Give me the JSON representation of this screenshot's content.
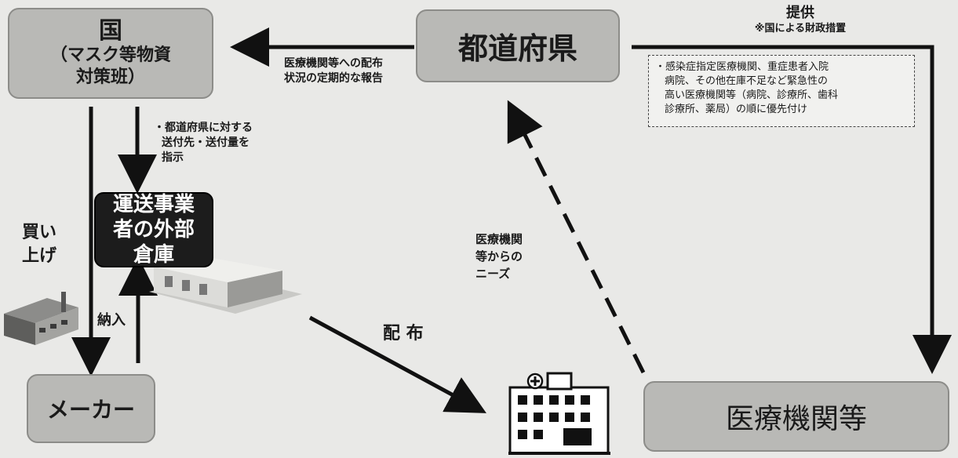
{
  "boxes": {
    "kuni": {
      "title": "国",
      "line2": "（マスク等物資",
      "line3": "対策班）"
    },
    "todofuken": {
      "title": "都道府県"
    },
    "warehouse": {
      "line1": "運送事業",
      "line2": "者の外部",
      "line3": "倉庫"
    },
    "maker": {
      "title": "メーカー"
    },
    "iryo": {
      "title": "医療機関等"
    }
  },
  "labels": {
    "report": {
      "line1": "医療機関等への配布",
      "line2": "状況の定期的な報告"
    },
    "instruct": {
      "line1": "・都道府県に対する",
      "line2": "送付先・送付量を",
      "line3": "指示"
    },
    "buy": {
      "line1": "買い",
      "line2": "上げ"
    },
    "deliver": "納入",
    "distribute": "配 布",
    "needs": {
      "line1": "医療機関",
      "line2": "等からの",
      "line3": "ニーズ"
    },
    "provide": {
      "title": "提供",
      "sub": "※国による財政措置"
    },
    "priority": {
      "line1": "・感染症指定医療機関、重症患者入院",
      "line2": "病院、その他在庫不足など緊急性の",
      "line3": "高い医療機関等（病院、診療所、歯科",
      "line4": "診療所、薬局）の順に優先付け"
    }
  },
  "icons": [
    "factory-icon",
    "warehouse-building-icon",
    "hospital-icon"
  ]
}
